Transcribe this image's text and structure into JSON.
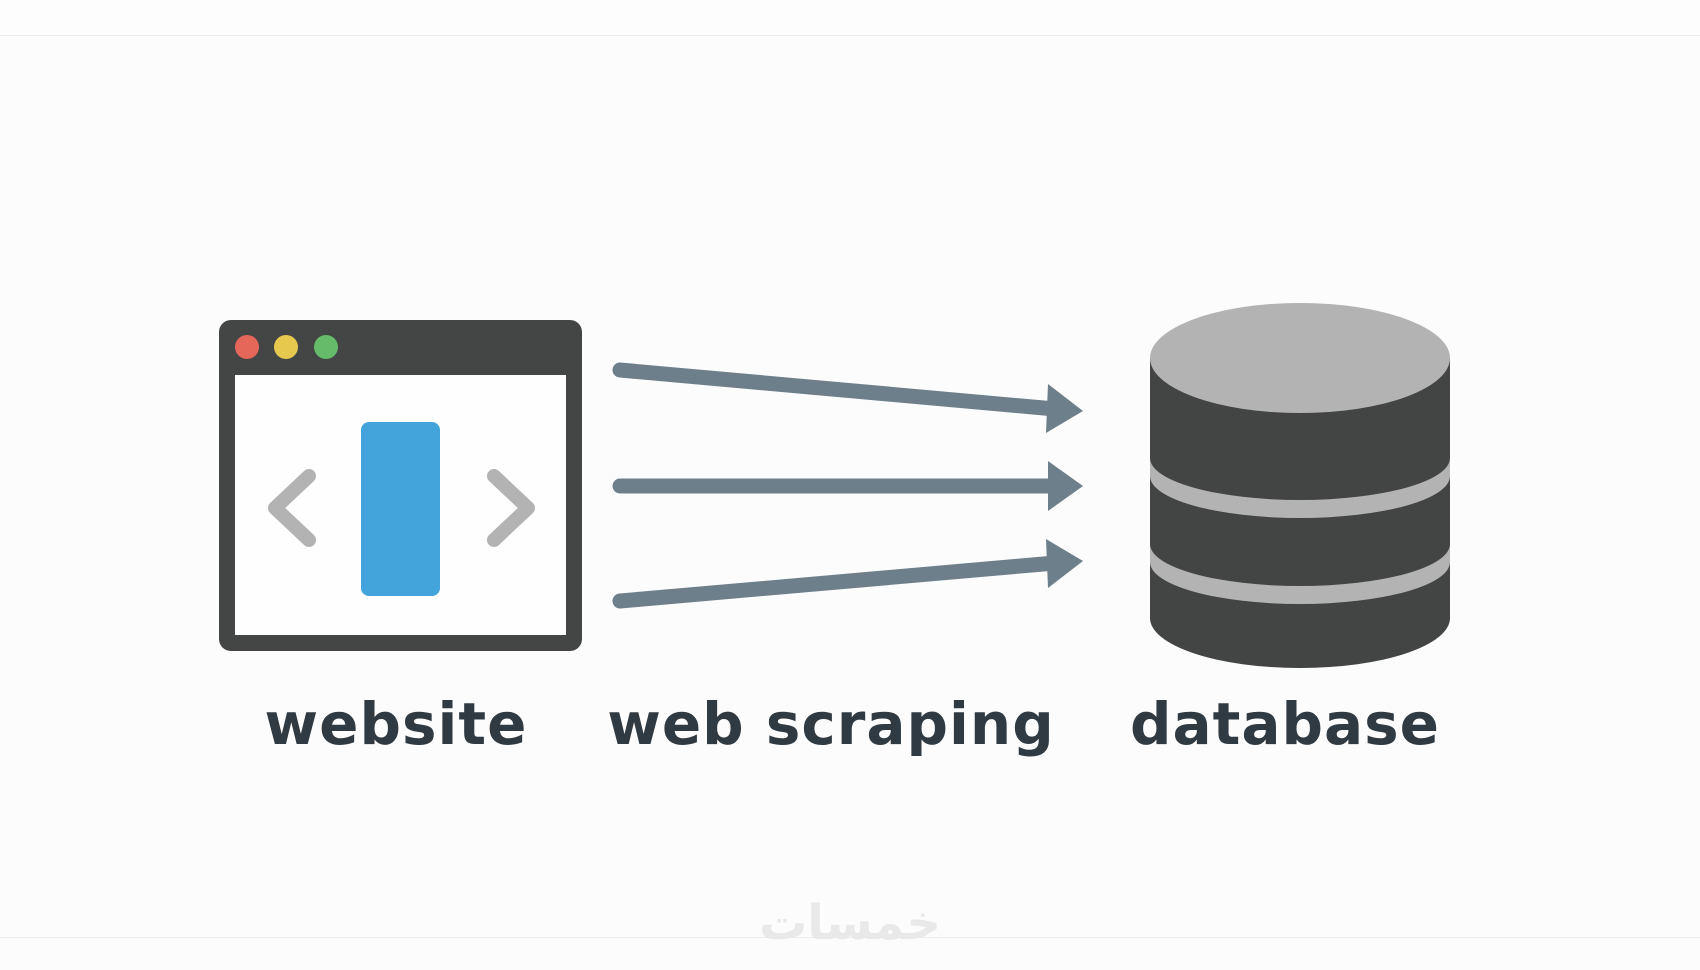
{
  "diagram": {
    "title": "Web scraping: website to database",
    "nodes": [
      {
        "id": "website",
        "label": "website",
        "icon": "browser-window-icon"
      },
      {
        "id": "web-scraping",
        "label": "web scraping",
        "icon": "arrows-icon"
      },
      {
        "id": "database",
        "label": "database",
        "icon": "database-icon"
      }
    ],
    "edges": [
      {
        "from": "website",
        "to": "database",
        "count": 3
      }
    ]
  },
  "labels": {
    "website": "website",
    "web_scraping": "web scraping",
    "database": "database"
  },
  "watermark": "خمسات",
  "colors": {
    "background": "#fcfcfc",
    "window_frame": "#444545",
    "window_body": "#fefefe",
    "dot_red": "#e5675a",
    "dot_yellow": "#e7c84f",
    "dot_green": "#66bb6a",
    "carousel_slide": "#42a4db",
    "chevron": "#b3b3b3",
    "arrow": "#6e7f8c",
    "db_body": "#434444",
    "db_top": "#b3b3b3",
    "label_text": "#2f3a42"
  }
}
